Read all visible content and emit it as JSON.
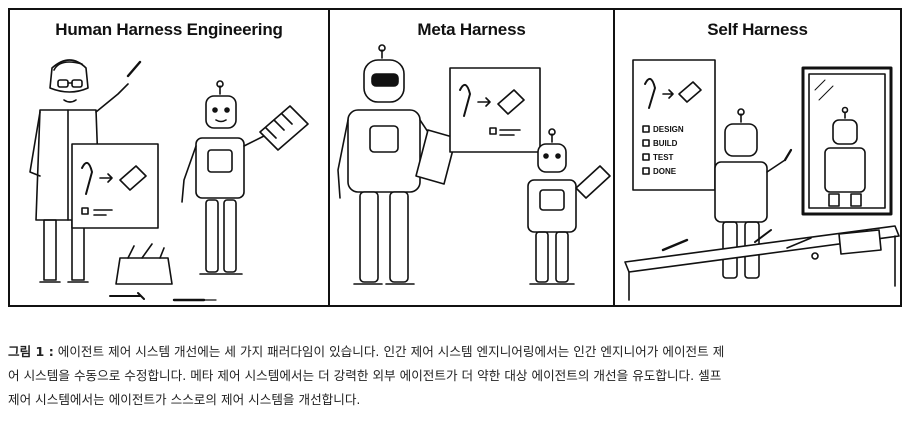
{
  "figure": {
    "panels": [
      {
        "title": "Human Harness Engineering"
      },
      {
        "title": "Meta Harness"
      },
      {
        "title": "Self Harness"
      }
    ],
    "checklist": [
      "DESIGN",
      "BUILD",
      "TEST",
      "DONE"
    ]
  },
  "caption": {
    "label": "그림 1 :",
    "line1": " 에이전트 제어 시스템 개선에는 세 가지 패러다임이 있습니다. 인간 제어 시스템 엔지니어링에서는 인간 엔지니어가 에이전트 제",
    "line2": "어 시스템을 수동으로 수정합니다. 메타 제어 시스템에서는 더 강력한 외부 에이전트가 더 약한 대상 에이전트의 개선을 유도합니다. 셀프",
    "line3": "제어 시스템에서는 에이전트가 스스로의 제어 시스템을 개선합니다."
  }
}
